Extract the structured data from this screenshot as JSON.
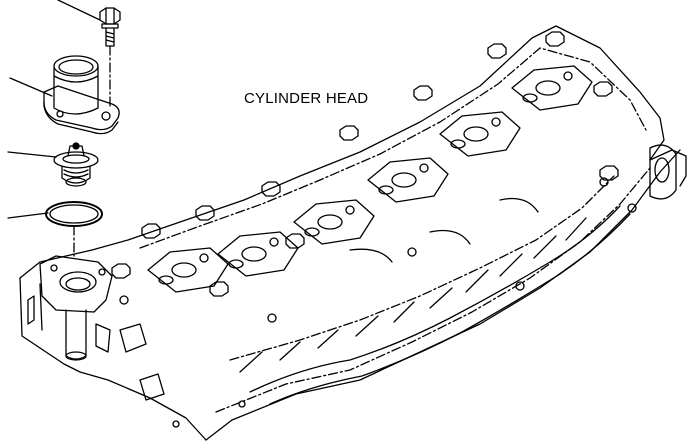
{
  "diagram": {
    "label": "CYLINDER HEAD",
    "parts": [
      {
        "name": "bolt"
      },
      {
        "name": "thermostat-housing"
      },
      {
        "name": "thermostat"
      },
      {
        "name": "o-ring"
      },
      {
        "name": "cylinder-head"
      }
    ],
    "colors": {
      "line": "#000000",
      "background": "#ffffff"
    }
  }
}
